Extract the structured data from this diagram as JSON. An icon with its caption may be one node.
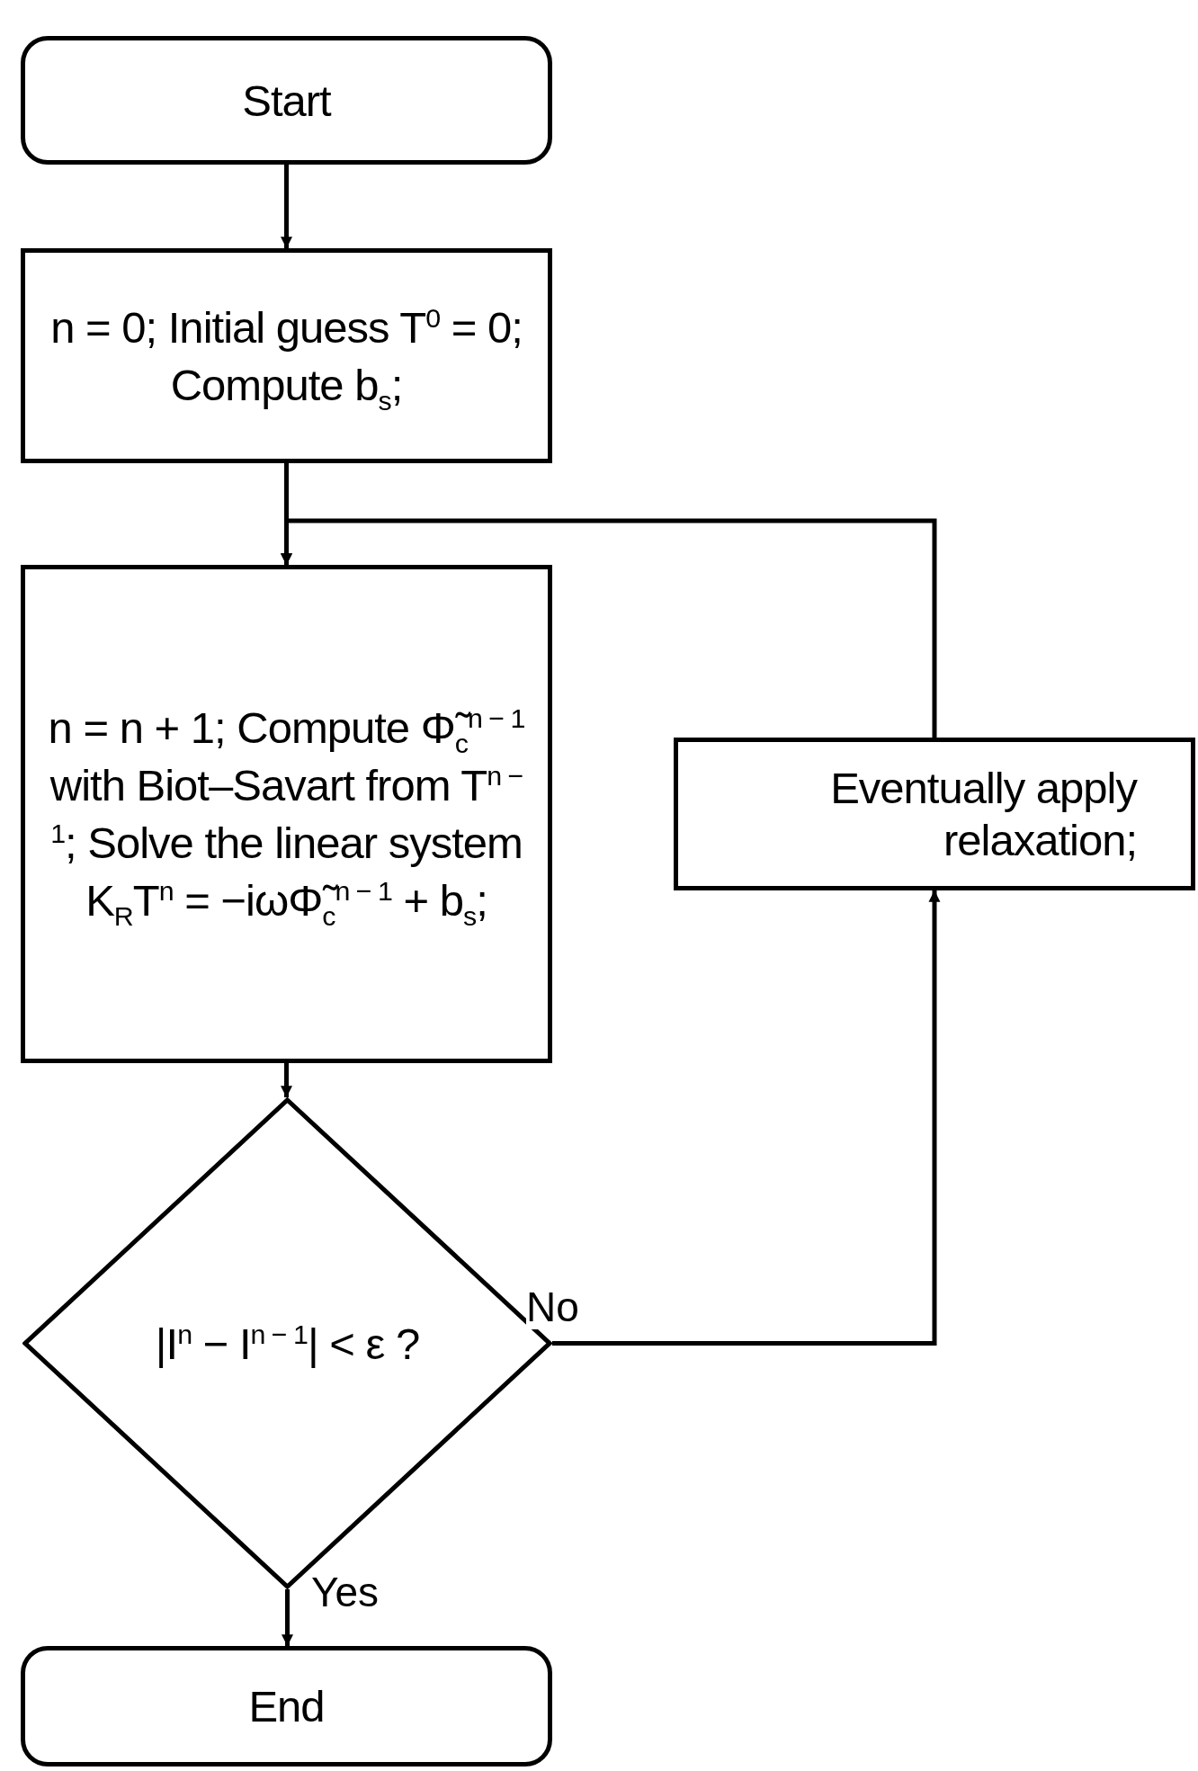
{
  "diagram": {
    "nodes": [
      {
        "text": [
          "Start"
        ]
      },
      {
        "text": [
          "n = 0; Initial guess T$^{0}$ = 0; Compute b$_{s}$;"
        ]
      },
      {
        "text": [
          "n = n + 1; Compute Φ̃$_{c}$$^{n − 1}$ with Biot–Savart from T$^{n − 1}$; Solve the linear system K$_{R}$T$^{n}$ = −iωΦ̃$_{c}$$^{n − 1}$ + b$_{s}$;"
        ]
      },
      {
        "text": [
          "Eventually apply relaxation;"
        ]
      },
      {
        "text": [
          "|I$^{n}$ − I$^{n − 1}$| < ε ?"
        ]
      },
      {
        "text": [
          "End"
        ]
      }
    ],
    "edges": [
      {
        "from": 0,
        "to": 1,
        "arrow": "to"
      },
      {
        "from": 1,
        "to": 2,
        "arrow": "to"
      },
      {
        "from": 2,
        "to": 4,
        "arrow": "to"
      },
      {
        "from": 4,
        "to": 3,
        "arrow": "to",
        "label": "No"
      },
      {
        "from": 3,
        "to": 2,
        "arrow": "to"
      },
      {
        "from": 4,
        "to": 5,
        "arrow": "to",
        "label": "Yes"
      }
    ]
  }
}
